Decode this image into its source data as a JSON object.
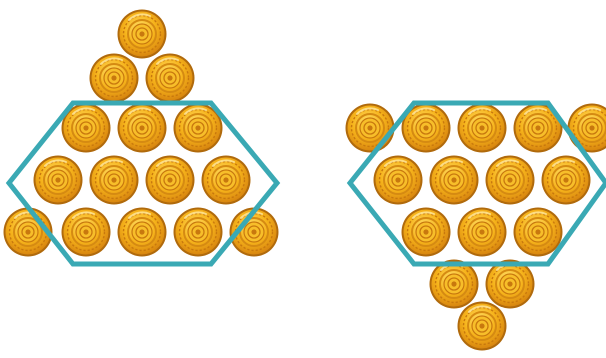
{
  "colors": {
    "background": "#ffffff",
    "hexagon_stroke": "#3aa9b4",
    "coin_rim": "#b06a0c",
    "coin_fill_light": "#ffd24a",
    "coin_fill_mid": "#f6b31b",
    "coin_fill_dark": "#d8860f",
    "coin_engraving": "#c8780e"
  },
  "figures": [
    {
      "name": "triangle-arrangement",
      "rows_of_coins": [
        1,
        2,
        3,
        4,
        5
      ],
      "outline": "hexagon"
    },
    {
      "name": "inverted-triangle-arrangement",
      "rows_of_coins": [
        5,
        4,
        3,
        2,
        1
      ],
      "outline": "hexagon"
    }
  ],
  "icons": [
    "gold-coin-icon"
  ]
}
